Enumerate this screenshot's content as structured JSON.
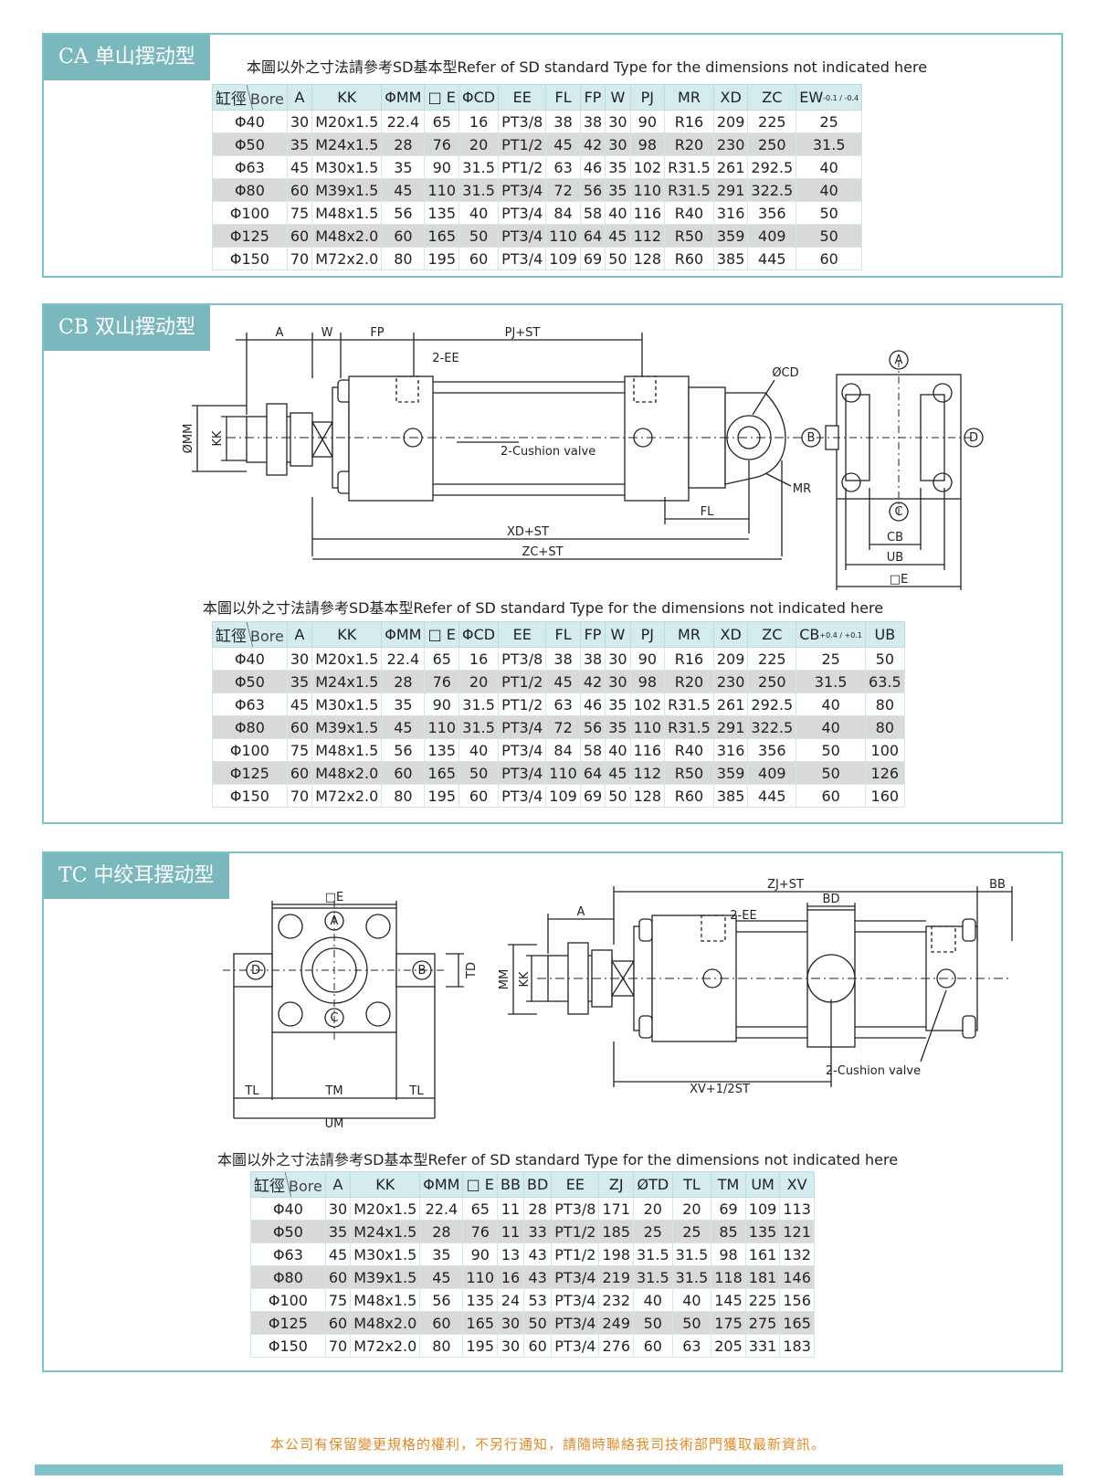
{
  "sections": {
    "ca": {
      "title": "CA 单山摆动型",
      "note_cn": "本圖以外之寸法請參考SD基本型",
      "note_en": "Refer of SD standard Type for the dimensions not indicated here",
      "headers": {
        "bore_cn": "缸徑",
        "bore_en": "Bore",
        "cols": [
          "A",
          "KK",
          "ΦMM",
          "□ E",
          "ΦCD",
          "EE",
          "FL",
          "FP",
          "W",
          "PJ",
          "MR",
          "XD",
          "ZC"
        ],
        "last": "EW",
        "last_sup": "-0.1 / -0.4"
      },
      "rows": [
        [
          "Φ40",
          "30",
          "M20x1.5",
          "22.4",
          "65",
          "16",
          "PT3/8",
          "38",
          "38",
          "30",
          "90",
          "R16",
          "209",
          "225",
          "25"
        ],
        [
          "Φ50",
          "35",
          "M24x1.5",
          "28",
          "76",
          "20",
          "PT1/2",
          "45",
          "42",
          "30",
          "98",
          "R20",
          "230",
          "250",
          "31.5"
        ],
        [
          "Φ63",
          "45",
          "M30x1.5",
          "35",
          "90",
          "31.5",
          "PT1/2",
          "63",
          "46",
          "35",
          "102",
          "R31.5",
          "261",
          "292.5",
          "40"
        ],
        [
          "Φ80",
          "60",
          "M39x1.5",
          "45",
          "110",
          "31.5",
          "PT3/4",
          "72",
          "56",
          "35",
          "110",
          "R31.5",
          "291",
          "322.5",
          "40"
        ],
        [
          "Φ100",
          "75",
          "M48x1.5",
          "56",
          "135",
          "40",
          "PT3/4",
          "84",
          "58",
          "40",
          "116",
          "R40",
          "316",
          "356",
          "50"
        ],
        [
          "Φ125",
          "60",
          "M48x2.0",
          "60",
          "165",
          "50",
          "PT3/4",
          "110",
          "64",
          "45",
          "112",
          "R50",
          "359",
          "409",
          "50"
        ],
        [
          "Φ150",
          "70",
          "M72x2.0",
          "80",
          "195",
          "60",
          "PT3/4",
          "109",
          "69",
          "50",
          "128",
          "R60",
          "385",
          "445",
          "60"
        ]
      ]
    },
    "cb": {
      "title": "CB 双山摆动型",
      "note_cn": "本圖以外之寸法請參考SD基本型",
      "note_en": "Refer of SD standard Type for the dimensions not indicated here",
      "headers": {
        "bore_cn": "缸徑",
        "bore_en": "Bore",
        "cols": [
          "A",
          "KK",
          "ΦMM",
          "□ E",
          "ΦCD",
          "EE",
          "FL",
          "FP",
          "W",
          "PJ",
          "MR",
          "XD",
          "ZC"
        ],
        "cb": "CB",
        "cb_sup": "+0.4 / +0.1",
        "ub": "UB"
      },
      "rows": [
        [
          "Φ40",
          "30",
          "M20x1.5",
          "22.4",
          "65",
          "16",
          "PT3/8",
          "38",
          "38",
          "30",
          "90",
          "R16",
          "209",
          "225",
          "25",
          "50"
        ],
        [
          "Φ50",
          "35",
          "M24x1.5",
          "28",
          "76",
          "20",
          "PT1/2",
          "45",
          "42",
          "30",
          "98",
          "R20",
          "230",
          "250",
          "31.5",
          "63.5"
        ],
        [
          "Φ63",
          "45",
          "M30x1.5",
          "35",
          "90",
          "31.5",
          "PT1/2",
          "63",
          "46",
          "35",
          "102",
          "R31.5",
          "261",
          "292.5",
          "40",
          "80"
        ],
        [
          "Φ80",
          "60",
          "M39x1.5",
          "45",
          "110",
          "31.5",
          "PT3/4",
          "72",
          "56",
          "35",
          "110",
          "R31.5",
          "291",
          "322.5",
          "40",
          "80"
        ],
        [
          "Φ100",
          "75",
          "M48x1.5",
          "56",
          "135",
          "40",
          "PT3/4",
          "84",
          "58",
          "40",
          "116",
          "R40",
          "316",
          "356",
          "50",
          "100"
        ],
        [
          "Φ125",
          "60",
          "M48x2.0",
          "60",
          "165",
          "50",
          "PT3/4",
          "110",
          "64",
          "45",
          "112",
          "R50",
          "359",
          "409",
          "50",
          "126"
        ],
        [
          "Φ150",
          "70",
          "M72x2.0",
          "80",
          "195",
          "60",
          "PT3/4",
          "109",
          "69",
          "50",
          "128",
          "R60",
          "385",
          "445",
          "60",
          "160"
        ]
      ],
      "diagram": {
        "A": "A",
        "W": "W",
        "FP": "FP",
        "PJ": "PJ+ST",
        "EE": "2-EE",
        "CD": "ØCD",
        "cushion": "2-Cushion valve",
        "MM": "ØMM",
        "KK": "KK",
        "MR": "MR",
        "FL": "FL",
        "XD": "XD+ST",
        "ZC": "ZC+ST",
        "cA": "A",
        "cB": "B",
        "cC": "C",
        "cD": "D",
        "CB": "CB",
        "UB": "UB",
        "E": "□E"
      }
    },
    "tc": {
      "title": "TC 中绞耳摆动型",
      "note_cn": "本圖以外之寸法請參考SD基本型",
      "note_en": "Refer of SD standard Type for the dimensions not indicated here",
      "headers": {
        "bore_cn": "缸徑",
        "bore_en": "Bore",
        "cols": [
          "A",
          "KK",
          "ΦMM",
          "□ E",
          "BB",
          "BD",
          "EE",
          "ZJ",
          "ØTD",
          "TL",
          "TM",
          "UM",
          "XV"
        ]
      },
      "rows": [
        [
          "Φ40",
          "30",
          "M20x1.5",
          "22.4",
          "65",
          "11",
          "28",
          "PT3/8",
          "171",
          "20",
          "20",
          "69",
          "109",
          "113"
        ],
        [
          "Φ50",
          "35",
          "M24x1.5",
          "28",
          "76",
          "11",
          "33",
          "PT1/2",
          "185",
          "25",
          "25",
          "85",
          "135",
          "121"
        ],
        [
          "Φ63",
          "45",
          "M30x1.5",
          "35",
          "90",
          "13",
          "43",
          "PT1/2",
          "198",
          "31.5",
          "31.5",
          "98",
          "161",
          "132"
        ],
        [
          "Φ80",
          "60",
          "M39x1.5",
          "45",
          "110",
          "16",
          "43",
          "PT3/4",
          "219",
          "31.5",
          "31.5",
          "118",
          "181",
          "146"
        ],
        [
          "Φ100",
          "75",
          "M48x1.5",
          "56",
          "135",
          "24",
          "53",
          "PT3/4",
          "232",
          "40",
          "40",
          "145",
          "225",
          "156"
        ],
        [
          "Φ125",
          "60",
          "M48x2.0",
          "60",
          "165",
          "30",
          "50",
          "PT3/4",
          "249",
          "50",
          "50",
          "175",
          "275",
          "165"
        ],
        [
          "Φ150",
          "70",
          "M72x2.0",
          "80",
          "195",
          "30",
          "60",
          "PT3/4",
          "276",
          "60",
          "63",
          "205",
          "331",
          "183"
        ]
      ],
      "diagram": {
        "E": "□E",
        "cA": "A",
        "cB": "B",
        "cC": "C",
        "cD": "D",
        "TD": "TD",
        "TL": "TL",
        "TM": "TM",
        "UM": "UM",
        "ZJ": "ZJ+ST",
        "BB": "BB",
        "A": "A",
        "EE": "2-EE",
        "BD": "BD",
        "MM": "MM",
        "KK": "KK",
        "cushion": "2-Cushion valve",
        "XV": "XV+1/2ST"
      }
    }
  },
  "footer": "本公司有保留變更規格的權利，不另行通知，請隨時聯絡我司技術部門獲取最新資訊。",
  "colors": {
    "accent": "#7bb8be",
    "header": "#d4ecee",
    "alt_row": "#d9d9d9",
    "footer": "#e08a28"
  }
}
